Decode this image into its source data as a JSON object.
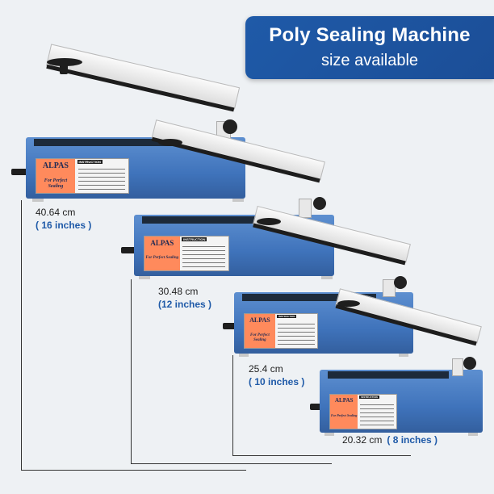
{
  "banner": {
    "title": "Poly Sealing Machine",
    "subtitle": "size available"
  },
  "sizes": [
    {
      "cm": "40.64 cm",
      "inches": "( 16 inches )"
    },
    {
      "cm": "30.48 cm",
      "inches": "(12 inches )"
    },
    {
      "cm": "25.4 cm",
      "inches": "( 10 inches )"
    },
    {
      "cm": "20.32 cm",
      "inches": "( 8 inches )"
    }
  ],
  "panel": {
    "brand": "ALPAS",
    "instruction_heading": "INSTRUCTION",
    "tagline": "For Perfect Sealing"
  },
  "colors": {
    "banner": "#1f5aa8",
    "machine_body": "#3f73bb",
    "inch_text": "#1f5aa8",
    "brand_panel": "#ff8a5c"
  }
}
